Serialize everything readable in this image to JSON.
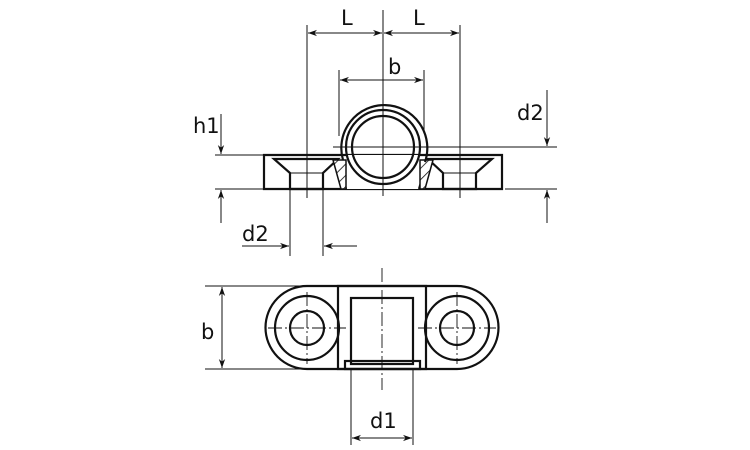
{
  "title": "Pillow block bearing dimension drawing",
  "views": {
    "front_section": {
      "labels": {
        "L_left": "L",
        "L_right": "L",
        "b": "b",
        "h1": "h1",
        "d2_right": "d2",
        "d2_bottom": "d2"
      }
    },
    "top_view": {
      "labels": {
        "b": "b",
        "d1": "d1"
      }
    }
  },
  "colors": {
    "line": "#111111",
    "background": "#ffffff"
  }
}
